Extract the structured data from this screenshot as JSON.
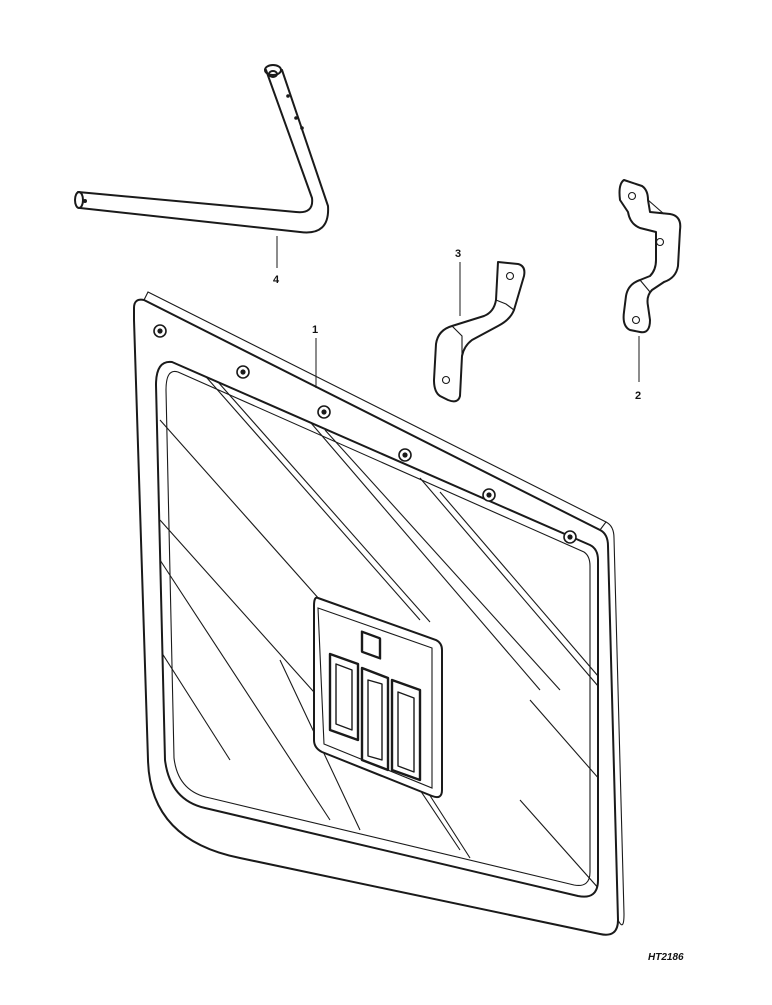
{
  "diagram": {
    "callouts": [
      {
        "id": "1",
        "label": "1"
      },
      {
        "id": "2",
        "label": "2"
      },
      {
        "id": "3",
        "label": "3"
      },
      {
        "id": "4",
        "label": "4"
      }
    ],
    "drawing_ref": "HT2186"
  },
  "colors": {
    "ink": "#1a1a1a",
    "paper": "#ffffff"
  }
}
